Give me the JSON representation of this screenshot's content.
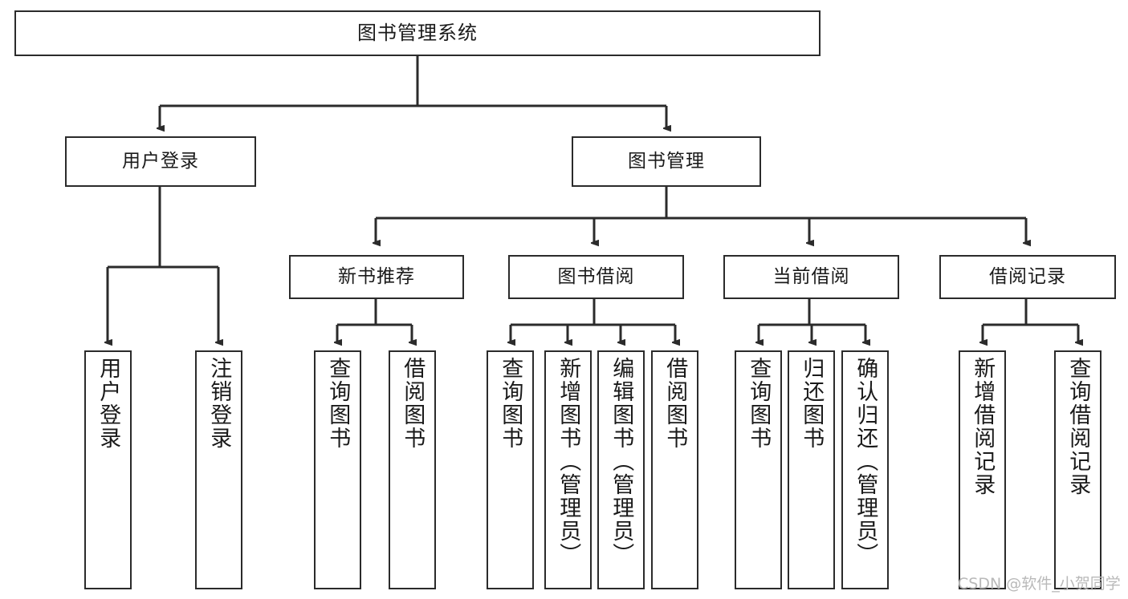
{
  "diagram": {
    "title": "图书管理系统",
    "type": "functional-structure-tree",
    "root": {
      "id": "root",
      "label": "图书管理系统"
    },
    "level2": [
      {
        "id": "user-login",
        "label": "用户登录"
      },
      {
        "id": "book-manage",
        "label": "图书管理"
      }
    ],
    "level3": [
      {
        "id": "new-book-rec",
        "label": "新书推荐",
        "parent": "book-manage"
      },
      {
        "id": "book-borrow",
        "label": "图书借阅",
        "parent": "book-manage"
      },
      {
        "id": "current-borrow",
        "label": "当前借阅",
        "parent": "book-manage"
      },
      {
        "id": "borrow-record",
        "label": "借阅记录",
        "parent": "book-manage"
      }
    ],
    "leaves": [
      {
        "id": "leaf-user-login",
        "label": "用户登录",
        "parent": "user-login"
      },
      {
        "id": "leaf-logout",
        "label": "注销登录",
        "parent": "user-login"
      },
      {
        "id": "leaf-query-book-1",
        "label": "查询图书",
        "parent": "new-book-rec"
      },
      {
        "id": "leaf-borrow-book-1",
        "label": "借阅图书",
        "parent": "new-book-rec"
      },
      {
        "id": "leaf-query-book-2",
        "label": "查询图书",
        "parent": "book-borrow"
      },
      {
        "id": "leaf-add-book",
        "label": "新增图书（管理员）",
        "parent": "book-borrow"
      },
      {
        "id": "leaf-edit-book",
        "label": "编辑图书（管理员）",
        "parent": "book-borrow"
      },
      {
        "id": "leaf-borrow-book-2",
        "label": "借阅图书",
        "parent": "book-borrow"
      },
      {
        "id": "leaf-query-book-3",
        "label": "查询图书",
        "parent": "current-borrow"
      },
      {
        "id": "leaf-return-book",
        "label": "归还图书",
        "parent": "current-borrow"
      },
      {
        "id": "leaf-confirm-return",
        "label": "确认归还（管理员）",
        "parent": "current-borrow"
      },
      {
        "id": "leaf-add-record",
        "label": "新增借阅记录",
        "parent": "borrow-record"
      },
      {
        "id": "leaf-query-record",
        "label": "查询借阅记录",
        "parent": "borrow-record"
      }
    ],
    "colors": {
      "stroke": "#2b2b2b",
      "fill": "#ffffff",
      "text": "#1a1a1a",
      "watermark": "#b9b9b9"
    }
  },
  "watermark": {
    "text": "CSDN @软件_小贺同学"
  }
}
